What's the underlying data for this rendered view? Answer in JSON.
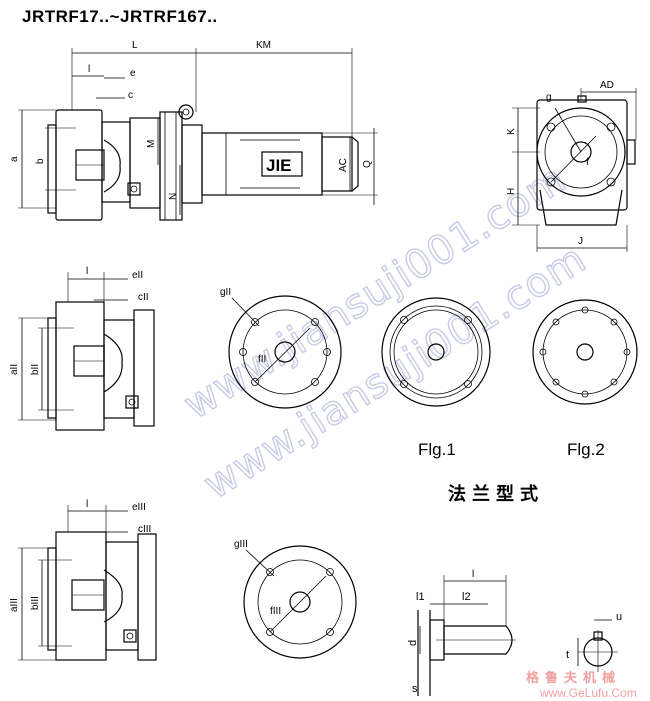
{
  "header": {
    "title": "JRTRF17..~JRTRF167.."
  },
  "motor_view": {
    "dims": {
      "L": "L",
      "KM": "KM",
      "l": "l",
      "e": "e",
      "c": "c",
      "M": "M",
      "N": "N",
      "a": "a",
      "b": "b",
      "AC": "AC",
      "Q": "Q"
    },
    "logo": "JIE"
  },
  "end_view": {
    "dims": {
      "AD": "AD",
      "g": "g",
      "K": "K",
      "f": "f",
      "H": "H",
      "J": "J"
    }
  },
  "flange_II": {
    "dims": {
      "l": "l",
      "e": "eII",
      "c": "cII",
      "a": "aII",
      "b": "bII",
      "g": "gII",
      "f": "fII"
    }
  },
  "flange_III": {
    "dims": {
      "l": "l",
      "e": "eIII",
      "c": "cIII",
      "a": "aIII",
      "b": "bIII",
      "g": "gIII",
      "f": "fIII"
    }
  },
  "figures": {
    "fig1": "Flg.1",
    "fig2": "Flg.2"
  },
  "caption": "法兰型式",
  "shaft_detail": {
    "dims": {
      "l": "l",
      "l1": "l1",
      "l2": "l2",
      "d": "d",
      "s": "s",
      "u": "u",
      "t": "t"
    }
  },
  "watermark": {
    "text1": "www.jiansuji001.com",
    "text2": "www.jiansuji001.com"
  },
  "brand": {
    "cn": "格鲁夫机械",
    "url": "www.GeLufu.Com"
  },
  "colors": {
    "line": "#000000",
    "watermark": "#c7cbe6",
    "brand": "#f3a0a0"
  }
}
